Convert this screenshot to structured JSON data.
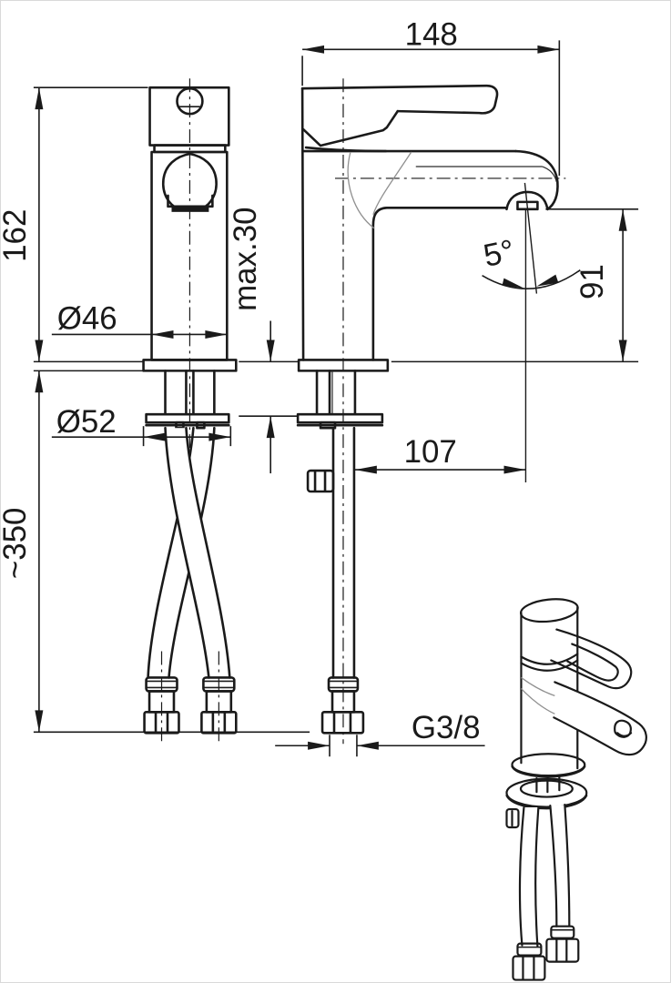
{
  "drawing": {
    "background": "#ffffff",
    "line_color": "#1a1a1a",
    "dimensions": {
      "overall_depth": "148",
      "body_height": "162",
      "body_diameter": "Ø46",
      "base_diameter": "Ø52",
      "hose_length": "~350",
      "max_deck_thickness": "max.30",
      "spout_angle": "5°",
      "spout_height": "91",
      "spout_reach": "107",
      "supply_thread": "G3/8"
    }
  }
}
